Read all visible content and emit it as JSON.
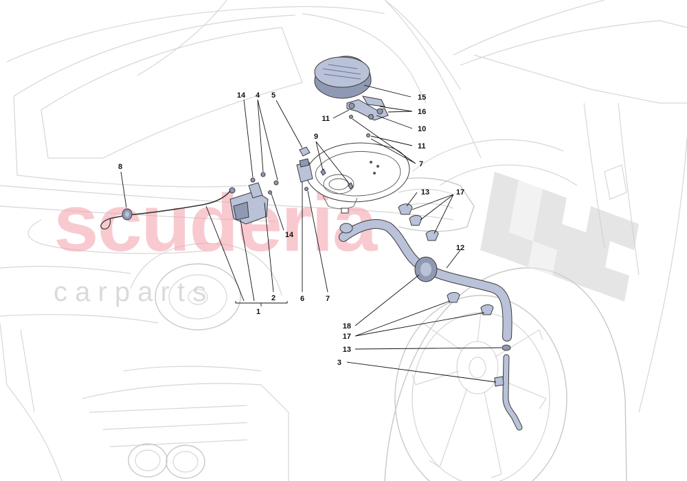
{
  "watermark": {
    "brand": "scuderia",
    "sub": "c a r p a r t s"
  },
  "callouts": [
    {
      "id": "c1",
      "text": "1"
    },
    {
      "id": "c2",
      "text": "2"
    },
    {
      "id": "c3",
      "text": "3"
    },
    {
      "id": "c4",
      "text": "4"
    },
    {
      "id": "c5",
      "text": "5"
    },
    {
      "id": "c6",
      "text": "6"
    },
    {
      "id": "c7a",
      "text": "7"
    },
    {
      "id": "c7b",
      "text": "7"
    },
    {
      "id": "c8",
      "text": "8"
    },
    {
      "id": "c9",
      "text": "9"
    },
    {
      "id": "c10",
      "text": "10"
    },
    {
      "id": "c11a",
      "text": "11"
    },
    {
      "id": "c11b",
      "text": "11"
    },
    {
      "id": "c12",
      "text": "12"
    },
    {
      "id": "c13a",
      "text": "13"
    },
    {
      "id": "c13b",
      "text": "13"
    },
    {
      "id": "c14a",
      "text": "14"
    },
    {
      "id": "c14b",
      "text": "14"
    },
    {
      "id": "c15",
      "text": "15"
    },
    {
      "id": "c16",
      "text": "16"
    },
    {
      "id": "c17a",
      "text": "17"
    },
    {
      "id": "c17b",
      "text": "17"
    },
    {
      "id": "c18",
      "text": "18"
    }
  ],
  "colors": {
    "part_fill": "#b9c2d8",
    "part_dark": "#8f99b3",
    "watermark_red": "#f4a0aa",
    "outline_gray": "#d6d6d6"
  }
}
